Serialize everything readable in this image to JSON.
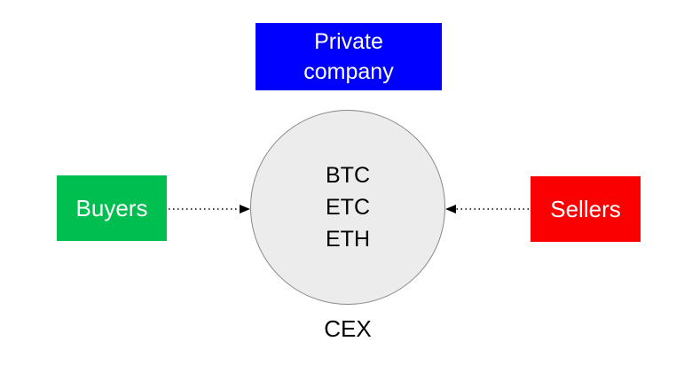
{
  "diagram": {
    "private_company": {
      "lines": [
        "Private",
        "company"
      ]
    },
    "buyers": {
      "label": "Buyers"
    },
    "sellers": {
      "label": "Sellers"
    },
    "exchange": {
      "coins": [
        "BTC",
        "ETC",
        "ETH"
      ],
      "caption": "CEX"
    },
    "colors": {
      "private_company_fill": "#0000fe",
      "buyers_fill": "#00be4f",
      "sellers_fill": "#fb0000",
      "exchange_fill": "#ececec",
      "exchange_border": "#888888",
      "arrow": "#000000",
      "box_text": "#ffffff",
      "dark_text": "#000000",
      "background": "#ffffff"
    }
  }
}
